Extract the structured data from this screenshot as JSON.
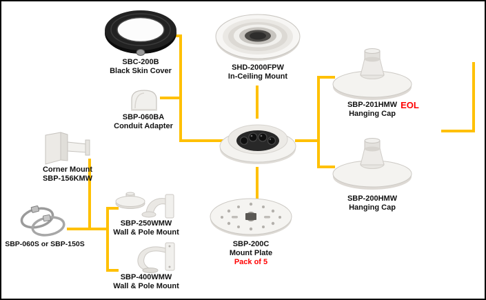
{
  "canvas": {
    "background": "#ffffff",
    "border_color": "#000000",
    "connector_color": "#ffc000",
    "accent_red": "#ff0000",
    "label_color": "#111111"
  },
  "nodes": {
    "skin_cover": {
      "model": "SBC-200B",
      "name": "Black Skin Cover"
    },
    "in_ceiling": {
      "model": "SHD-2000FPW",
      "name": "In-Ceiling Mount"
    },
    "conduit": {
      "model": "SBP-060BA",
      "name": "Conduit Adapter"
    },
    "hanging_cap_201": {
      "model": "SBP-201HMW",
      "name": "Hanging Cap",
      "badge": "EOL"
    },
    "hanging_cap_200": {
      "model": "SBP-200HMW",
      "name": "Hanging Cap"
    },
    "corner_mount": {
      "name": "Corner Mount",
      "model": "SBP-156KMW"
    },
    "straps": {
      "model": "SBP-060S or SBP-150S"
    },
    "wall_mount_250": {
      "model": "SBP-250WMW",
      "name": "Wall & Pole Mount"
    },
    "wall_mount_400": {
      "model": "SBP-400WMW",
      "name": "Wall & Pole Mount"
    },
    "mount_plate": {
      "model": "SBP-200C",
      "name": "Mount Plate",
      "note": "Pack of 5"
    }
  }
}
